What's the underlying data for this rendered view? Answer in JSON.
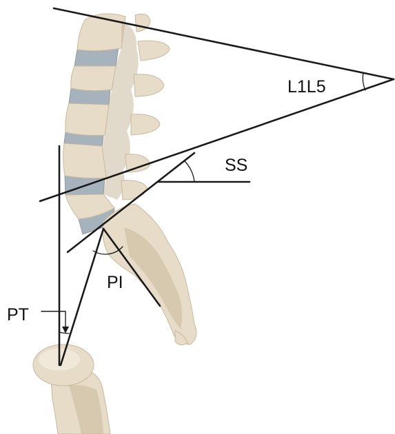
{
  "labels": {
    "lumbar_lordosis": "L1L5",
    "sacral_slope": "SS",
    "pelvic_incidence": "PI",
    "pelvic_tilt": "PT"
  },
  "colors": {
    "background": "#ffffff",
    "bone": "#e6dcc7",
    "bone_shadow": "#c9b99c",
    "disc": "#a6b2bc",
    "line": "#1a1a1a"
  }
}
